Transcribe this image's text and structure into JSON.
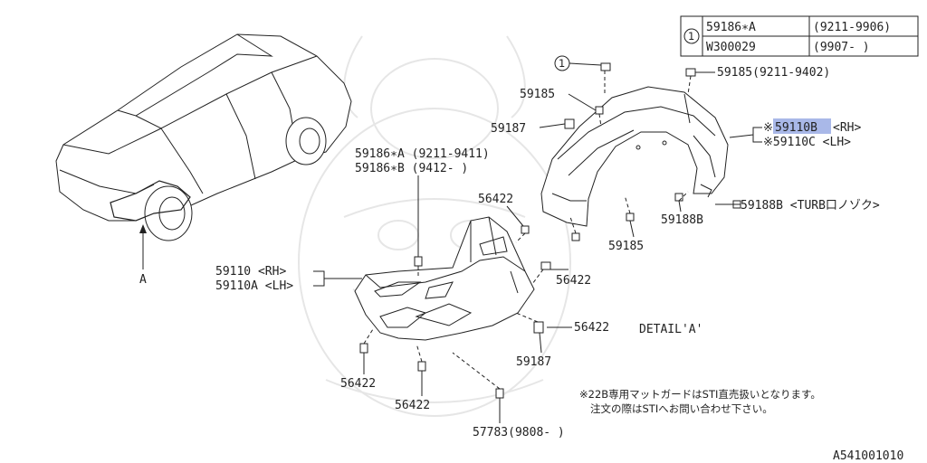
{
  "diagram": {
    "legend_table": {
      "marker": "1",
      "rows": [
        {
          "part": "59186∗A",
          "range": "(9211-9906)"
        },
        {
          "part": "W300029",
          "range": "(9907-      )"
        }
      ]
    },
    "labels": {
      "ref_1": "1",
      "p59185_top": "59185(9211-9402)",
      "p59185_left": "59185",
      "p59187_top": "59187",
      "p59110b": "59110B",
      "p59110b_prefix": "※",
      "p59110b_suffix": "<RH>",
      "p59110c": "※59110C <LH>",
      "p59186a": "59186∗A (9211-9411)",
      "p59186b": "59186∗B (9412-       )",
      "p56422_a": "56422",
      "p59188b_turbo": "59188B <TURB口ノゾク>",
      "p59188b": "59188B",
      "p59185_low": "59185",
      "p59110": "59110  <RH>",
      "p59110a": "59110A <LH>",
      "p56422_b": "56422",
      "p56422_c": "56422",
      "detail": "DETAIL'A'",
      "p59187_low": "59187",
      "p56422_d": "56422",
      "p56422_e": "56422",
      "p57783": "57783(9808-      )",
      "marker_a": "A",
      "note_line1": "※22B専用マットガードはSTI直売扱いとなります。",
      "note_line2": "注文の際はSTIへお問い合わせ下さい。",
      "diagram_id": "A541001010"
    },
    "highlight_color": "#a9b8e8"
  }
}
